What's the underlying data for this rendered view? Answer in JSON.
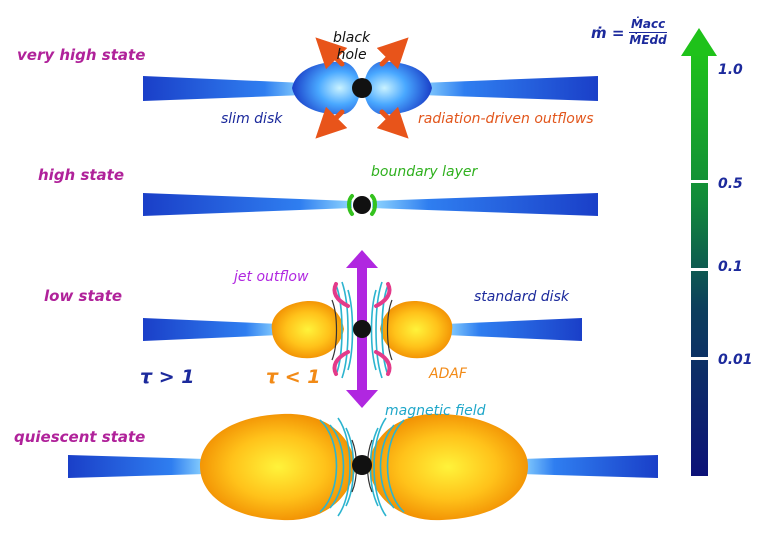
{
  "states": {
    "very_high": "very high state",
    "high": "high state",
    "low": "low state",
    "quiescent": "quiescent state"
  },
  "labels": {
    "black_hole_line1": "black",
    "black_hole_line2": "hole",
    "slim_disk": "slim disk",
    "radiation_outflows": "radiation-driven outflows",
    "boundary_layer": "boundary layer",
    "jet_outflow": "jet outflow",
    "standard_disk": "standard disk",
    "tau_gt": "τ > 1",
    "tau_lt": "τ < 1",
    "adaf": "ADAF",
    "magnetic_field": "magnetic field"
  },
  "scale": {
    "formula_lhs": "ṁ =",
    "formula_num": "Ṁacc",
    "formula_den": "ṀEdd",
    "ticks": [
      "1.0",
      "0.5",
      "0.1",
      "0.01"
    ]
  },
  "colors": {
    "disk_blue": "#1a4fd6",
    "disk_light": "#8fd6ff",
    "adaf_orange": "#f5a400",
    "adaf_yellow": "#fff12e",
    "arrow_red": "#e8541a",
    "boundary_green": "#34c21e",
    "jet_purple": "#b027e0",
    "field_cyan": "#2cb4cf",
    "scale_green": "#1fc21a",
    "scale_navy": "#0c1278",
    "state_label": "#b0229a"
  }
}
